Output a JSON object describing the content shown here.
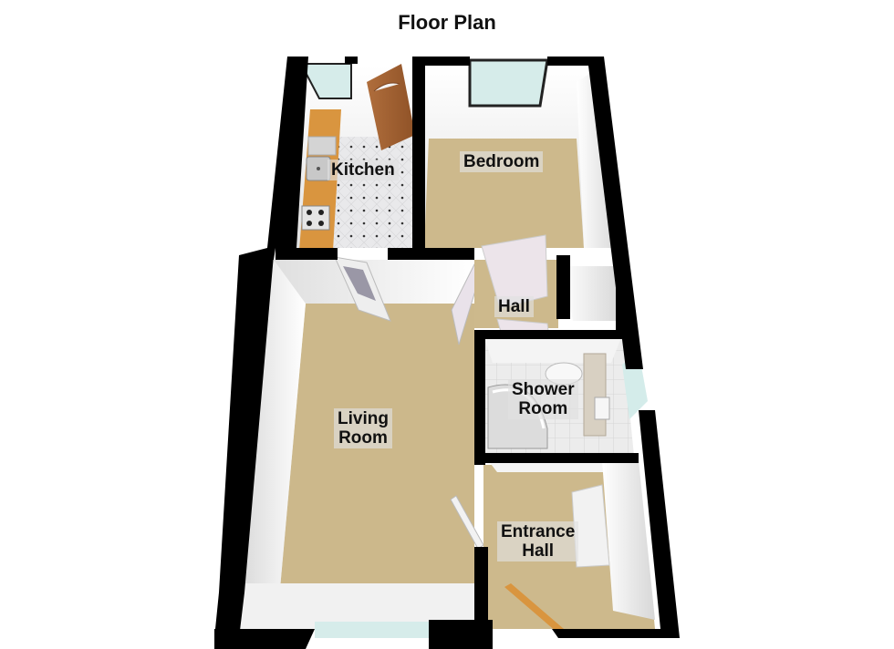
{
  "title": "Floor Plan",
  "rooms": [
    {
      "id": "kitchen",
      "label": "Kitchen",
      "floor": "tiled"
    },
    {
      "id": "bedroom",
      "label": "Bedroom",
      "floor": "carpet"
    },
    {
      "id": "hall",
      "label": "Hall",
      "floor": "carpet"
    },
    {
      "id": "shower_room",
      "label_line1": "Shower",
      "label_line2": "Room",
      "floor": "tiled"
    },
    {
      "id": "living_room",
      "label_line1": "Living",
      "label_line2": "Room",
      "floor": "carpet"
    },
    {
      "id": "entrance_hall",
      "label_line1": "Entrance",
      "label_line2": "Hall",
      "floor": "carpet"
    }
  ],
  "colors": {
    "wall": "#000000",
    "inner_wall": "#f2f2f2",
    "carpet": "#cdb98c",
    "tile": "#e8e8ea",
    "window_glass": "#cfe6e4",
    "worktop": "#d9953f",
    "door_wood": "#a8683a",
    "door_white": "#eeeaee",
    "label_bg": "#e1e1e1"
  },
  "fixtures": [
    "kitchen-sink-icon",
    "gas-hob-icon",
    "back-door",
    "toilet-icon",
    "basin-icon",
    "shower-enclosure-icon",
    "front-door"
  ]
}
